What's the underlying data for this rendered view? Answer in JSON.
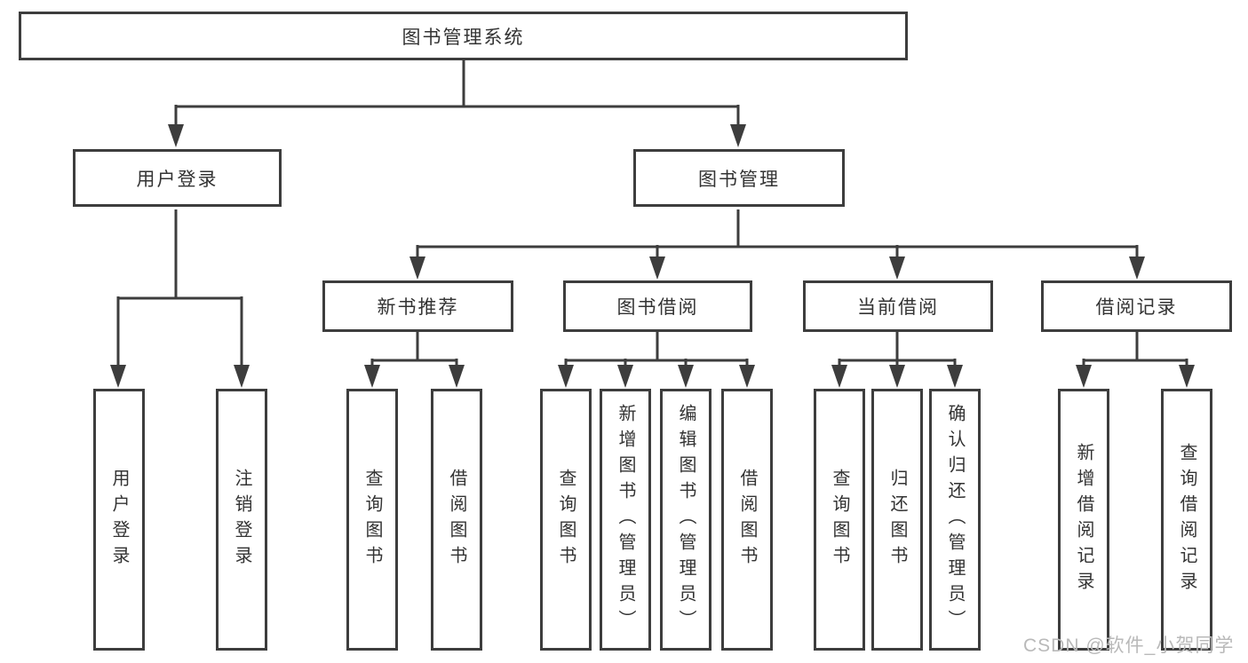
{
  "diagram": {
    "root": "图书管理系统",
    "level2": {
      "login": "用户登录",
      "manage": "图书管理"
    },
    "level3": {
      "recommend": "新书推荐",
      "borrow": "图书借阅",
      "current": "当前借阅",
      "records": "借阅记录"
    },
    "leaves": {
      "login": [
        "用户登录",
        "注销登录"
      ],
      "recommend": [
        "查询图书",
        "借阅图书"
      ],
      "borrow": [
        "查询图书",
        "新增图书（管理员）",
        "编辑图书（管理员）",
        "借阅图书"
      ],
      "current": [
        "查询图书",
        "归还图书",
        "确认归还（管理员）"
      ],
      "records": [
        "新增借阅记录",
        "查询借阅记录"
      ]
    }
  },
  "watermark": {
    "text": "CSDN @软件_小贺同学"
  },
  "colors": {
    "line": "#3d3d3d",
    "text": "#333333",
    "watermark": "#b9b9b9",
    "background": "#ffffff"
  }
}
